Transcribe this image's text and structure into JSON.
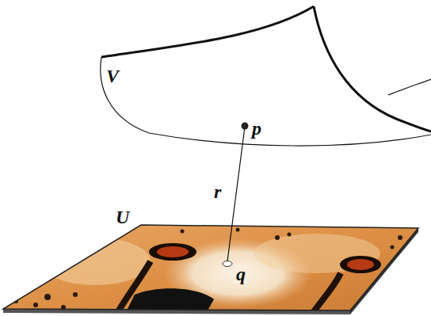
{
  "diagram": {
    "labels": [
      "V",
      "p",
      "r",
      "U",
      "q"
    ]
  }
}
